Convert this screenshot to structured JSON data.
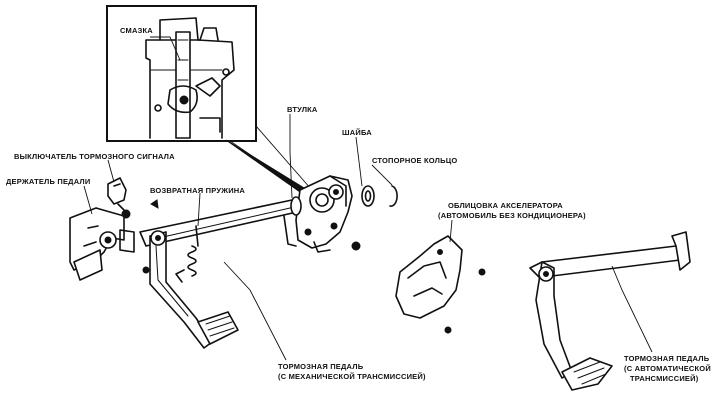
{
  "diagram": {
    "labels": {
      "lubrication": "СМАЗКА",
      "bushing": "ВТУЛКА",
      "washer": "ШАЙБА",
      "retaining_ring": "СТОПОРНОЕ КОЛЬЦО",
      "brake_light_switch": "ВЫКЛЮЧАТЕЛЬ ТОРМОЗНОГО СИГНАЛА",
      "pedal_bracket": "ДЕРЖАТЕЛЬ ПЕДАЛИ",
      "return_spring": "ВОЗВРАТНАЯ ПРУЖИНА",
      "accel_trim_line1": "ОБЛИЦОВКА АКСЕЛЕРАТОРА",
      "accel_trim_line2": "(АВТОМОБИЛЬ БЕЗ КОНДИЦИОНЕРА)",
      "brake_pedal_manual_line1": "ТОРМОЗНАЯ ПЕДАЛЬ",
      "brake_pedal_manual_line2": "(С МЕХАНИЧЕСКОЙ ТРАНСМИССИЕЙ)",
      "brake_pedal_auto_line1": "ТОРМОЗНАЯ ПЕДАЛЬ",
      "brake_pedal_auto_line2": "(С АВТОМАТИЧЕСКОЙ",
      "brake_pedal_auto_line3": "ТРАНСМИССИЕЙ)"
    },
    "colors": {
      "ink": "#111111",
      "paper": "#ffffff"
    }
  }
}
